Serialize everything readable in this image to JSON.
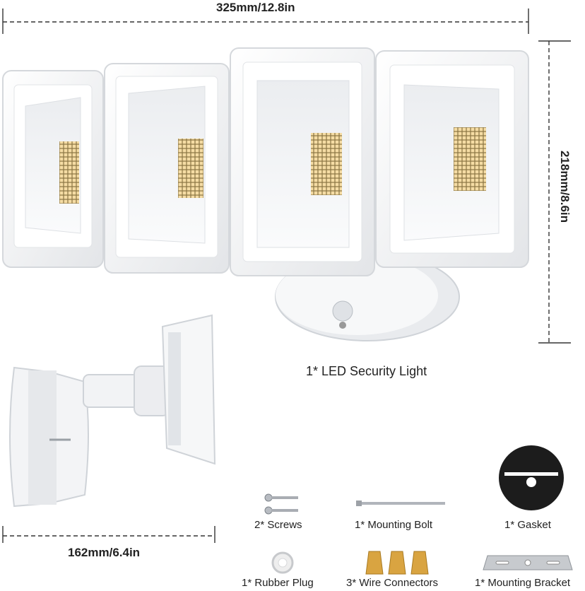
{
  "dimensions": {
    "width": "325mm/12.8in",
    "height": "218mm/8.6in",
    "depth": "162mm/6.4in"
  },
  "product": {
    "caption": "1* LED Security Light"
  },
  "accessories": [
    {
      "label": "2* Screws",
      "icon": "screws-icon"
    },
    {
      "label": "1* Mounting Bolt",
      "icon": "mounting-bolt-icon"
    },
    {
      "label": "1* Gasket",
      "icon": "gasket-icon"
    },
    {
      "label": "1* Rubber Plug",
      "icon": "rubber-plug-icon"
    },
    {
      "label": "3*  Wire Connectors",
      "icon": "wire-connectors-icon"
    },
    {
      "label": "1* Mounting Bracket",
      "icon": "mounting-bracket-icon"
    }
  ],
  "colors": {
    "housing": "#f4f5f6",
    "led": "#f2d79a",
    "gasket": "#1c1c1c",
    "connector": "#d9a441"
  }
}
